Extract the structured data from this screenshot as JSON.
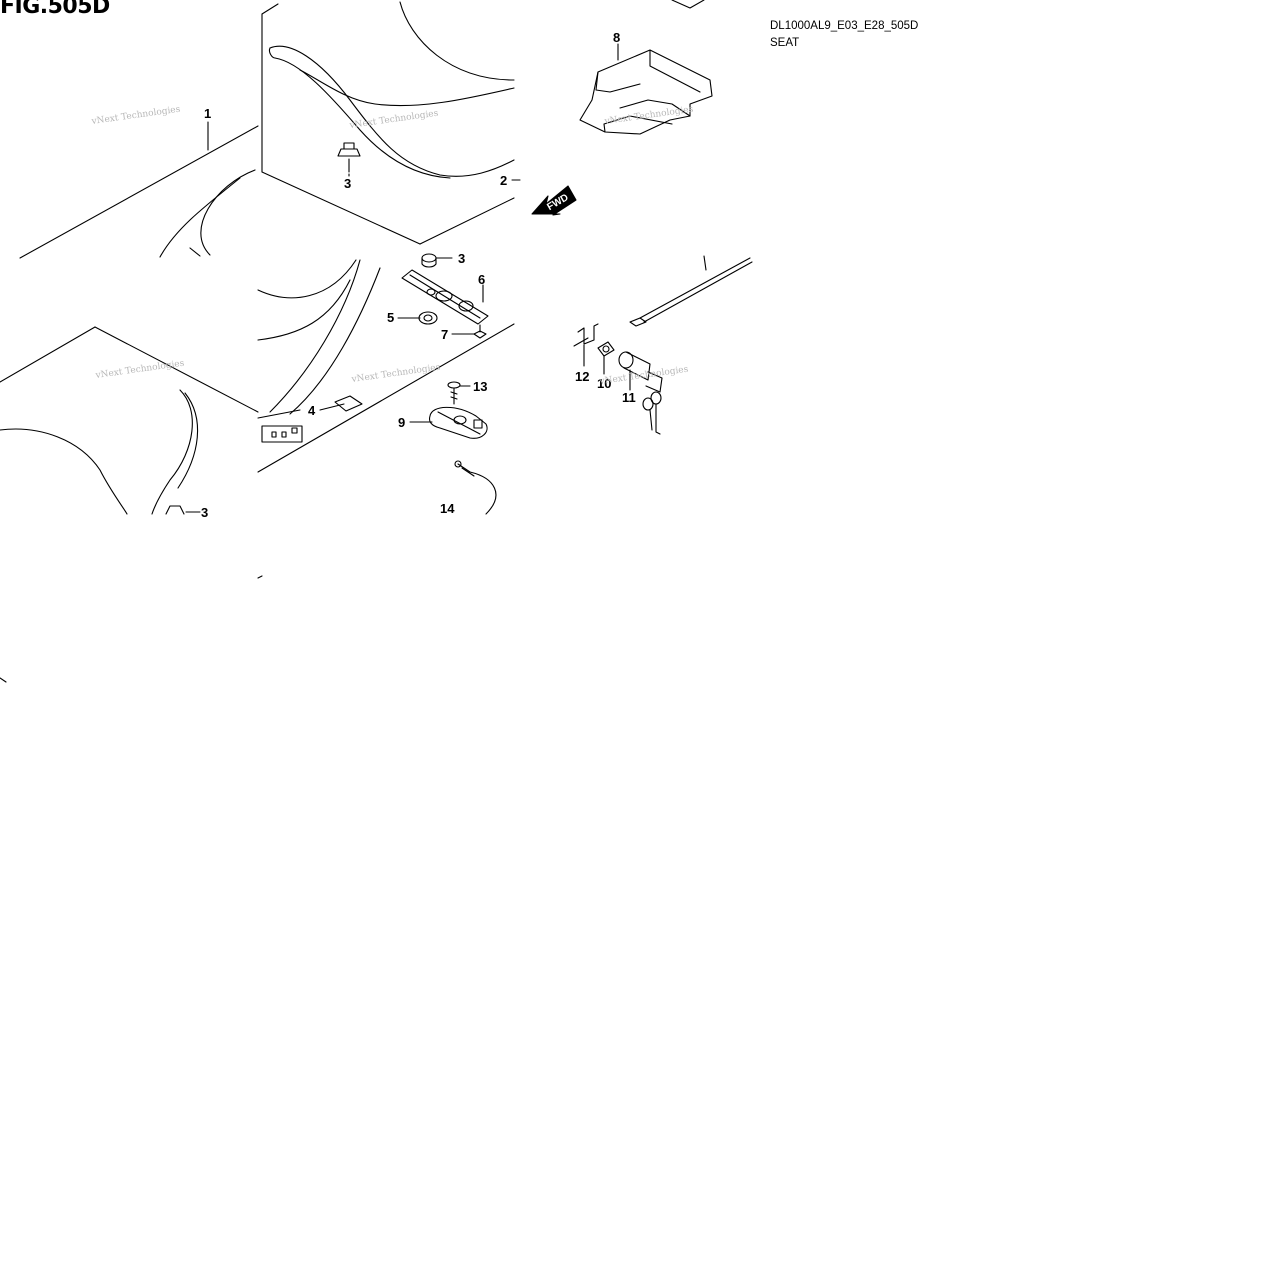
{
  "figure": {
    "title": "FIG.505D",
    "code": "DL1000AL9_E03_E28_505D",
    "name": "SEAT"
  },
  "direction_badge": "FWD",
  "watermark": "vNext Technologies",
  "callouts": {
    "c1": "1",
    "c2": "2",
    "c3a": "3",
    "c3b": "3",
    "c3c": "3",
    "c4": "4",
    "c5": "5",
    "c6": "6",
    "c7": "7",
    "c8": "8",
    "c9": "9",
    "c10": "10",
    "c11": "11",
    "c12": "12",
    "c13": "13",
    "c14": "14"
  }
}
